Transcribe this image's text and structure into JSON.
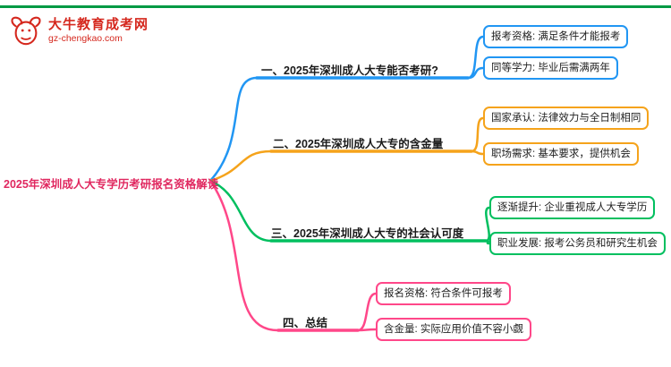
{
  "page": {
    "top_line_color": "#009a44",
    "background": "#ffffff"
  },
  "logo": {
    "title": "大牛教育成考网",
    "subtitle": "gz-chengkao.com",
    "color": "#d5281e",
    "icon": "bull-head-icon"
  },
  "root": {
    "label": "2025年深圳成人大专学历考研报名资格解读",
    "color": "#e02860"
  },
  "branches": [
    {
      "label": "一、2025年深圳成人大专能否考研?",
      "color": "#2196f3",
      "children": [
        "报考资格: 满足条件才能报考",
        "同等学力: 毕业后需满两年"
      ]
    },
    {
      "label": "二、2025年深圳成人大专的含金量",
      "color": "#f5a31b",
      "children": [
        "国家承认: 法律效力与全日制相同",
        "职场需求: 基本要求，提供机会"
      ]
    },
    {
      "label": "三、2025年深圳成人大专的社会认可度",
      "color": "#00bf5f",
      "children": [
        "逐渐提升: 企业重视成人大专学历",
        "职业发展: 报考公务员和研究生机会"
      ]
    },
    {
      "label": "四、总结",
      "color": "#ff4789",
      "children": [
        "报名资格: 符合条件可报考",
        "含金量: 实际应用价值不容小觑"
      ]
    }
  ]
}
